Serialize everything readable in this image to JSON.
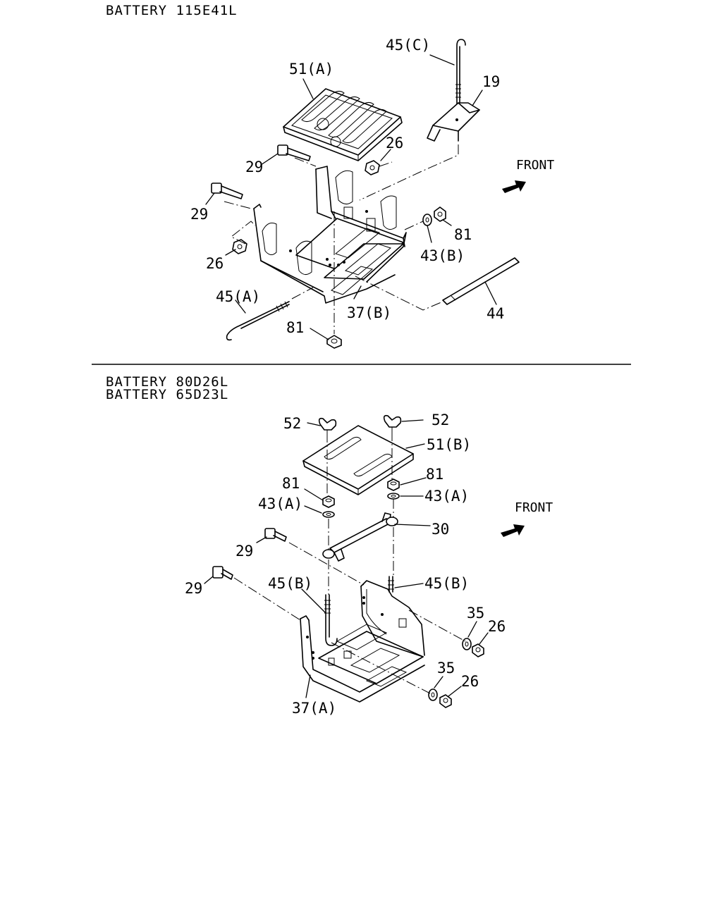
{
  "sections": [
    {
      "titles": [
        "BATTERY 115E41L"
      ],
      "front_label": "FRONT",
      "callouts": [
        "45(C)",
        "19",
        "51(A)",
        "26",
        "29",
        "29",
        "81",
        "43(B)",
        "26",
        "45(A)",
        "37(B)",
        "44",
        "81"
      ]
    },
    {
      "titles": [
        "BATTERY 80D26L",
        "BATTERY 65D23L"
      ],
      "front_label": "FRONT",
      "callouts": [
        "52",
        "52",
        "51(B)",
        "81",
        "81",
        "43(A)",
        "43(A)",
        "30",
        "29",
        "29",
        "45(B)",
        "45(B)",
        "35",
        "26",
        "35",
        "26",
        "37(A)"
      ]
    }
  ],
  "icons": [
    "front-arrow-icon"
  ]
}
